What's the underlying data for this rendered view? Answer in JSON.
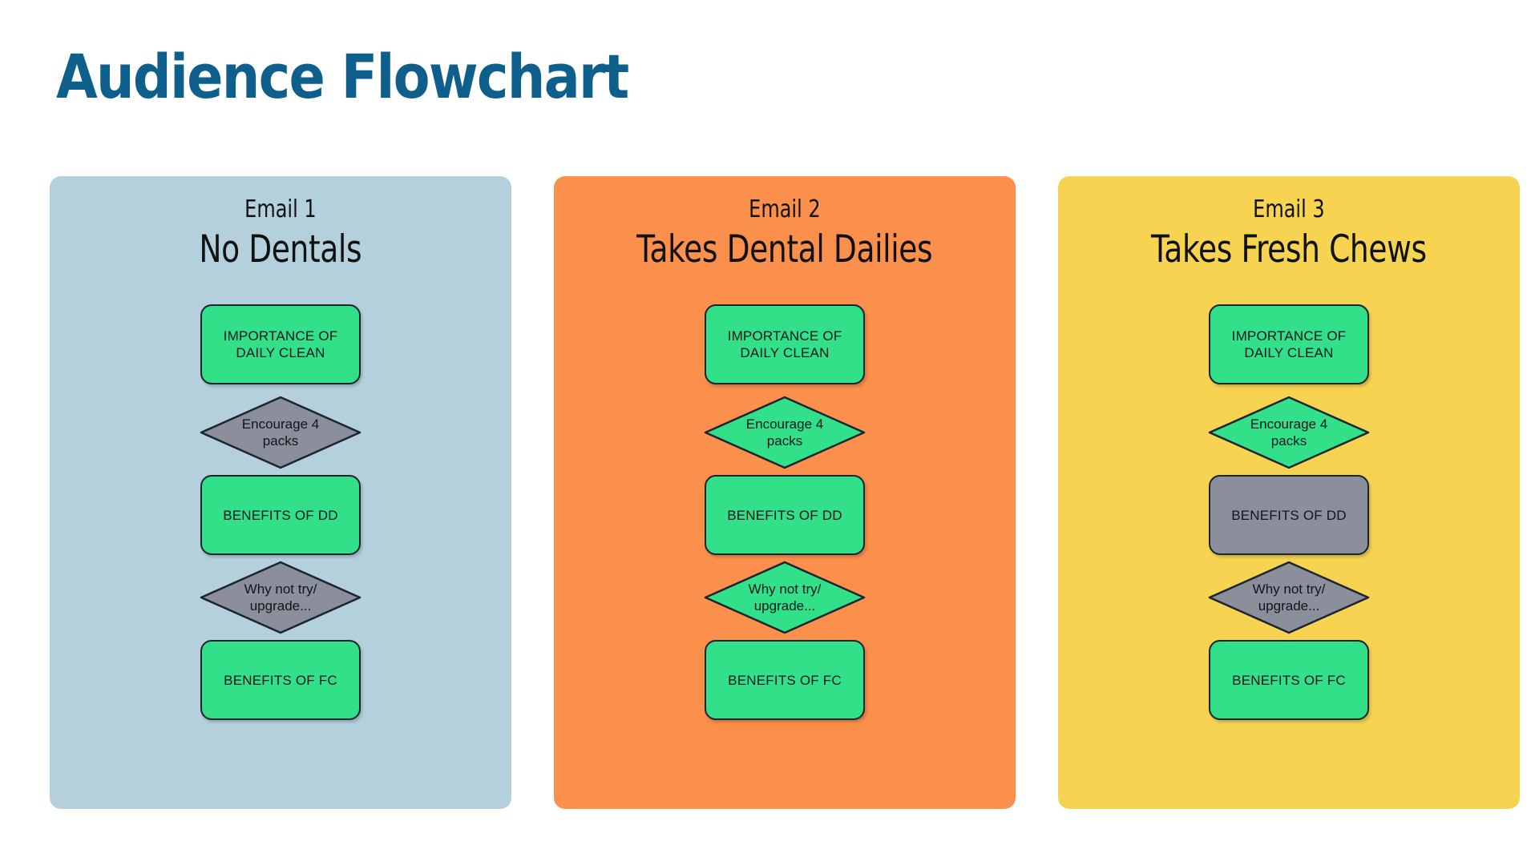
{
  "title": "Audience Flowchart",
  "theme": {
    "title_color": "#0f5f8d",
    "background": "#ffffff",
    "node_green": "#31e089",
    "node_gray": "#8b8e9b",
    "node_border": "#1c2430"
  },
  "columns": [
    {
      "eyebrow": "Email 1",
      "heading": "No Dentals",
      "panel_color": "#b4d0dc",
      "nodes": [
        {
          "shape": "box",
          "label": "IMPORTANCE OF\nDAILY CLEAN",
          "fill": "green"
        },
        {
          "shape": "diamond",
          "label": "Encourage 4\npacks",
          "fill": "gray"
        },
        {
          "shape": "box",
          "label": "BENEFITS OF DD",
          "fill": "green"
        },
        {
          "shape": "diamond",
          "label": "Why not try/\nupgrade...",
          "fill": "gray"
        },
        {
          "shape": "box",
          "label": "BENEFITS OF FC",
          "fill": "green"
        }
      ]
    },
    {
      "eyebrow": "Email 2",
      "heading": "Takes Dental Dailies",
      "panel_color": "#fb8f4c",
      "nodes": [
        {
          "shape": "box",
          "label": "IMPORTANCE OF\nDAILY CLEAN",
          "fill": "green"
        },
        {
          "shape": "diamond",
          "label": "Encourage 4\npacks",
          "fill": "green"
        },
        {
          "shape": "box",
          "label": "BENEFITS OF DD",
          "fill": "green"
        },
        {
          "shape": "diamond",
          "label": "Why not try/\nupgrade...",
          "fill": "green"
        },
        {
          "shape": "box",
          "label": "BENEFITS OF FC",
          "fill": "green"
        }
      ]
    },
    {
      "eyebrow": "Email 3",
      "heading": "Takes Fresh Chews",
      "panel_color": "#f6d452",
      "nodes": [
        {
          "shape": "box",
          "label": "IMPORTANCE OF\nDAILY CLEAN",
          "fill": "green"
        },
        {
          "shape": "diamond",
          "label": "Encourage 4\npacks",
          "fill": "green"
        },
        {
          "shape": "box",
          "label": "BENEFITS OF DD",
          "fill": "gray"
        },
        {
          "shape": "diamond",
          "label": "Why not try/\nupgrade...",
          "fill": "gray"
        },
        {
          "shape": "box",
          "label": "BENEFITS OF FC",
          "fill": "green"
        }
      ]
    }
  ]
}
